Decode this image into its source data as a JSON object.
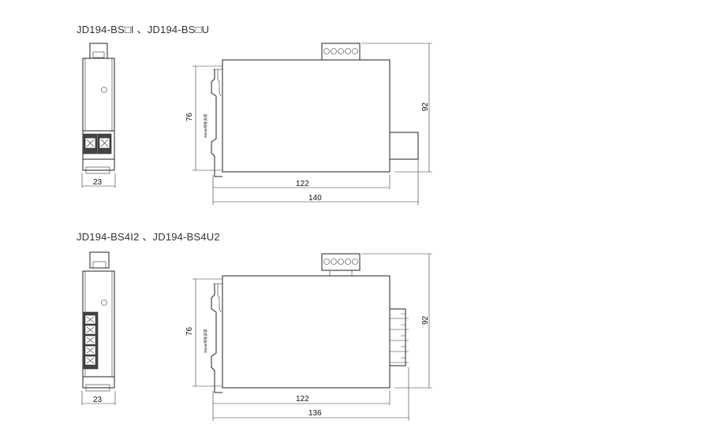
{
  "sections": [
    {
      "title": "JD194-BS□I 、JD194-BS□U",
      "dims": {
        "width_front": "23",
        "height_label": "76",
        "overall_height": "92",
        "depth_body": "122",
        "depth_total": "140"
      },
      "rail_note": "35mm导轨安装"
    },
    {
      "title": "JD194-BS4I2 、JD194-BS4U2",
      "dims": {
        "width_front": "23",
        "height_label": "76",
        "overall_height": "92",
        "depth_body": "122",
        "depth_total": "136"
      },
      "rail_note": "35mm导轨安装"
    }
  ]
}
